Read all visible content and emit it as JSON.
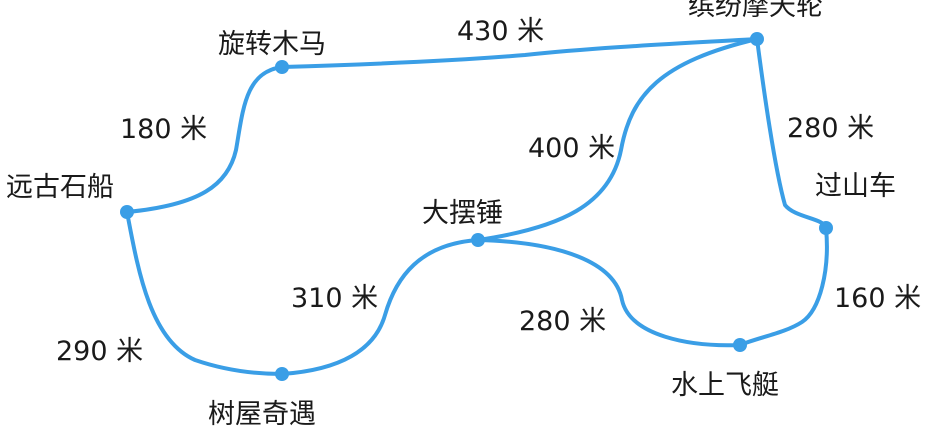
{
  "colors": {
    "route": "#3a9ee6",
    "text": "#1a1a1a"
  },
  "locations": {
    "carousel": "旋转木马",
    "ferris_wheel": "缤纷摩天轮",
    "ancient_ship": "远古石船",
    "pendulum": "大摆锤",
    "roller_coaster": "过山车",
    "treehouse": "树屋奇遇",
    "water_boat": "水上飞艇"
  },
  "distances": {
    "carousel_to_ferris_wheel": "430 米",
    "ship_to_carousel": "180 米",
    "pendulum_to_ferris_wheel": "400 米",
    "ferris_wheel_to_roller_coaster": "280 米",
    "treehouse_to_pendulum": "310 米",
    "ship_to_treehouse": "290 米",
    "pendulum_to_water_boat": "280 米",
    "roller_coaster_to_water_boat": "160 米"
  }
}
